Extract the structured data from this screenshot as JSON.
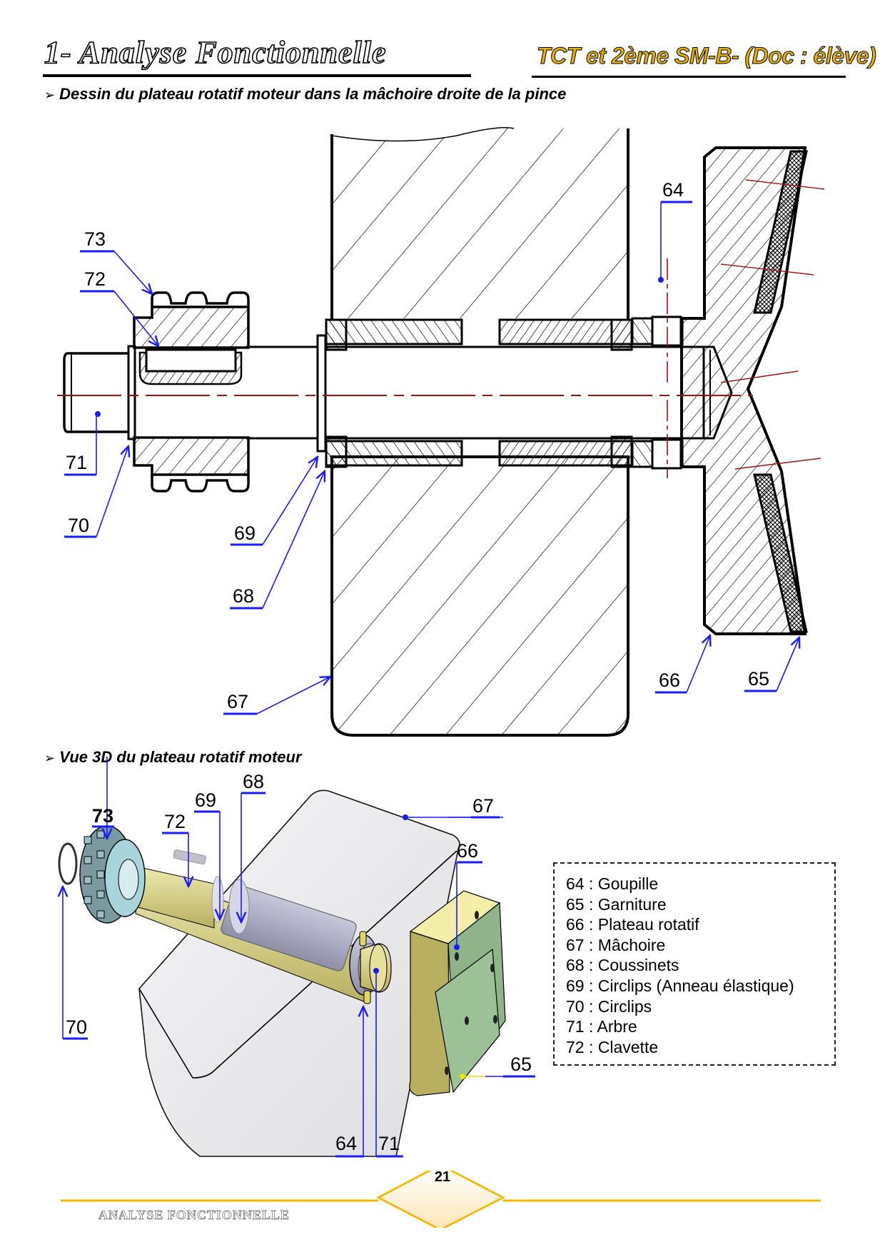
{
  "header": {
    "title": "1- Analyse Fonctionnelle",
    "doc_tag": "TCT et 2ème SM-B- (Doc : élève)"
  },
  "sections": [
    {
      "arrow_icon": "➢",
      "heading": "Dessin du plateau rotatif moteur dans la mâchoire droite de la pince"
    },
    {
      "arrow_icon": "➢",
      "heading": "Vue 3D du plateau rotatif moteur"
    }
  ],
  "drawing_2d": {
    "callouts": [
      "73",
      "72",
      "71",
      "70",
      "69",
      "68",
      "67",
      "66",
      "65",
      "64"
    ]
  },
  "view_3d": {
    "callouts": [
      "73",
      "72",
      "69",
      "68",
      "67",
      "66",
      "70",
      "64",
      "71",
      "65"
    ]
  },
  "legend": {
    "items": [
      "64 : Goupille",
      "65 : Garniture",
      "66 : Plateau rotatif",
      "67 : Mâchoire",
      "68 : Coussinets",
      "69 : Circlips (Anneau élastique)",
      "70 : Circlips",
      "71 : Arbre",
      "72 : Clavette"
    ]
  },
  "footer": {
    "label": "ANALYSE FONCTIONNELLE",
    "page_number": "21",
    "accent_color": "#f5b800"
  },
  "colors": {
    "callout": "#1a1aff",
    "axis": "#a01010",
    "pad_green": "#8fb48a",
    "plate_yellow": "#e8e0a0"
  }
}
